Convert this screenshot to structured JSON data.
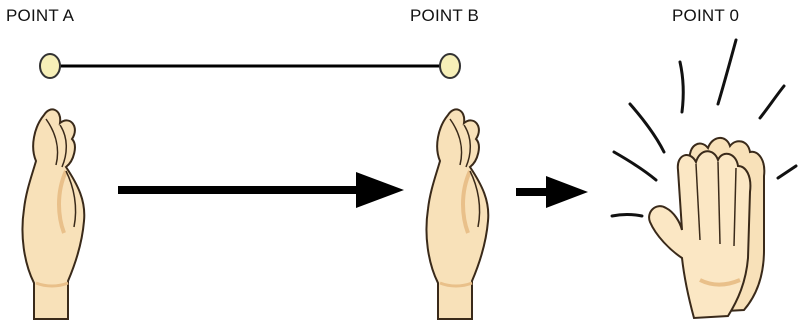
{
  "labels": {
    "point_a": "POINT A",
    "point_b": "POINT B",
    "point_0": "POINT 0"
  },
  "colors": {
    "skin": "#f8e1b9",
    "skin_shadow": "#e9c08a",
    "outline": "#3a2a1a",
    "point_fill": "#f6efb8",
    "line": "#000000"
  },
  "icons": {
    "hand_a": "open-hand-side-icon",
    "hand_b": "open-hand-side-icon",
    "clap": "clapping-hands-icon"
  }
}
